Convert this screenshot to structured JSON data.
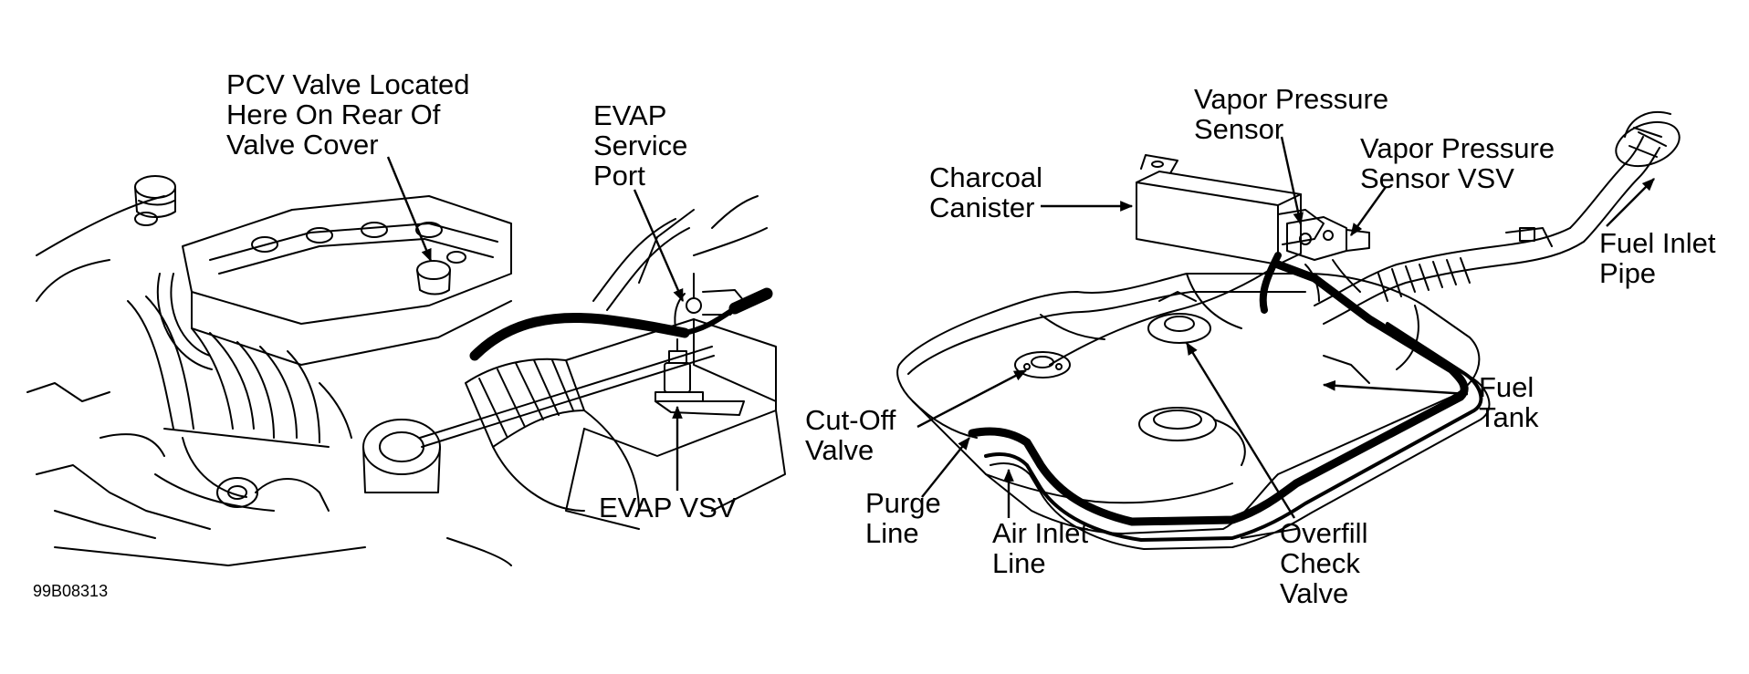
{
  "figure_ref": "99B08313",
  "labels": {
    "pcv_valve": "PCV Valve Located\nHere On Rear Of\nValve Cover",
    "evap_service_port": "EVAP\nService\nPort",
    "evap_vsv": "EVAP VSV",
    "charcoal_canister": "Charcoal\nCanister",
    "vapor_pressure_sensor": "Vapor Pressure\nSensor",
    "vapor_pressure_sensor_vsv": "Vapor Pressure\nSensor VSV",
    "fuel_inlet_pipe": "Fuel Inlet\nPipe",
    "fuel_tank": "Fuel\nTank",
    "cut_off_valve": "Cut-Off\nValve",
    "purge_line": "Purge\nLine",
    "air_inlet_line": "Air Inlet\nLine",
    "overfill_check_valve": "Overfill\nCheck\nValve"
  }
}
